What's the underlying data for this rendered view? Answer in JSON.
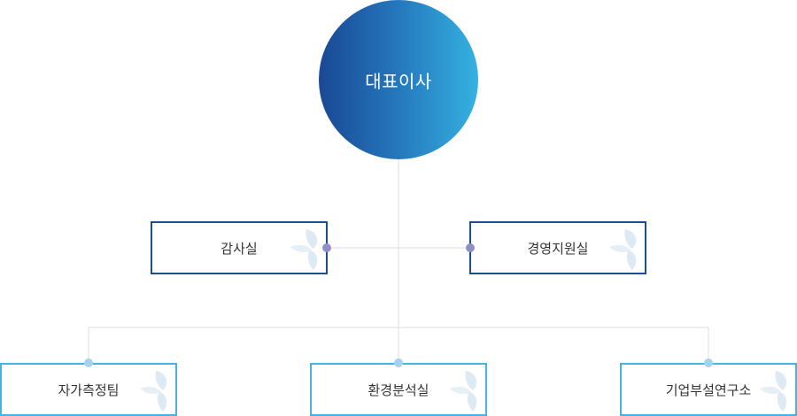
{
  "ceo": {
    "label": "대표이사"
  },
  "staff": [
    {
      "label": "감사실"
    },
    {
      "label": "경영지원실"
    }
  ],
  "departments": [
    {
      "label": "자가측정팀"
    },
    {
      "label": "환경분석실"
    },
    {
      "label": "기업부설연구소"
    }
  ],
  "colors": {
    "ceo_gradient": [
      "#1a4894",
      "#35b1e0"
    ],
    "staff_border": "#1e4d8c",
    "dept_border": "#47b3e0",
    "connector": "#dddddd",
    "staff_dot": "#8f90c6",
    "dept_dot": "#a7d2ee"
  }
}
